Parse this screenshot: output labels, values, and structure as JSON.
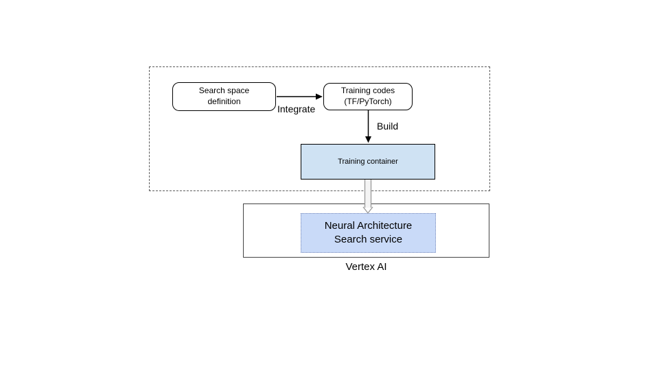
{
  "diagram": {
    "search_space_box": {
      "line1": "Search space",
      "line2": "definition"
    },
    "training_codes_box": {
      "line1": "Training codes",
      "line2": "(TF/PyTorch)"
    },
    "training_container_box": {
      "label": "Training container"
    },
    "nas_service_box": {
      "line1": "Neural Architecture",
      "line2": "Search service"
    },
    "edges": {
      "integrate_label": "Integrate",
      "build_label": "Build"
    },
    "vertex_ai_label": "Vertex AI"
  },
  "colors": {
    "training_container_fill": "#cfe2f3",
    "nas_service_fill": "#c9daf8",
    "node_border": "#000000",
    "vertex_region_border": "#434343",
    "dashed_region_border": "#595959",
    "hollow_arrow_stroke": "#999999",
    "hollow_arrow_fill": "#f4f4f4"
  }
}
